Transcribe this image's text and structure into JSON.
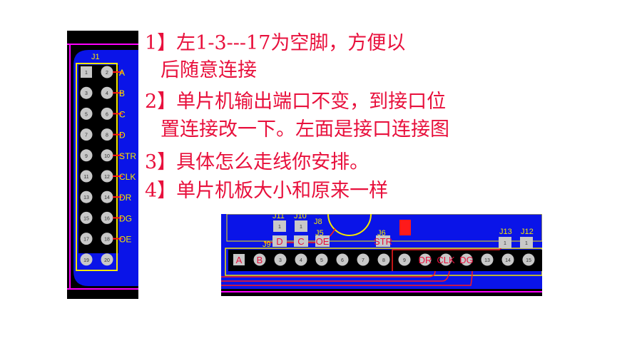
{
  "notes": [
    {
      "line1": "1】左1-3---17为空脚，方便以",
      "line2": "后随意连接"
    },
    {
      "line1": "2】单片机输出端口不变，到接口位",
      "line2": "置连接改一下。左面是接口连接图"
    },
    {
      "line1": "3】具体怎么走线你安排。"
    },
    {
      "line1": "4】单片机板大小和原来一样"
    }
  ],
  "left_connector": {
    "designator": "J1",
    "pins": [
      "1",
      "2",
      "3",
      "4",
      "5",
      "6",
      "7",
      "8",
      "9",
      "10",
      "11",
      "12",
      "13",
      "14",
      "15",
      "16",
      "17",
      "18",
      "19",
      "20"
    ],
    "signals": [
      "A",
      "B",
      "C",
      "D",
      "STR",
      "CLK",
      "DR",
      "DG",
      "OE"
    ]
  },
  "right_board": {
    "designators": [
      "J11",
      "J10",
      "J8",
      "J5",
      "J9",
      "J6",
      "J13",
      "J12"
    ],
    "pins": [
      "A",
      "B",
      "3",
      "4",
      "5",
      "6",
      "7",
      "8",
      "9",
      "DR",
      "CLK",
      "DG",
      "13",
      "14",
      "15"
    ],
    "jumper_labels": [
      "D",
      "C",
      "OE",
      "STR"
    ],
    "jumper_pin": "1"
  },
  "colors": {
    "text": "#e8103c",
    "copper_blue": "#0a14e8",
    "silkscreen": "#f5e800",
    "trace": "#ff1a1a",
    "outline": "#ff00ff",
    "pad": "#c8c8c8",
    "board": "#000000"
  }
}
